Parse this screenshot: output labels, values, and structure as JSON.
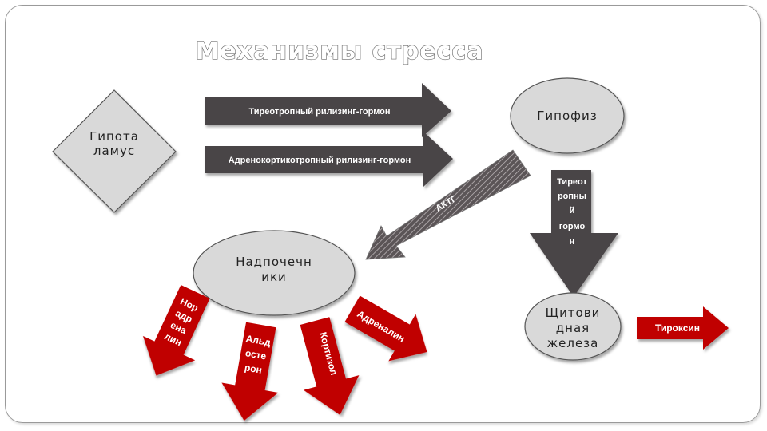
{
  "title": "Механизмы стресса",
  "nodes": {
    "hypothalamus": [
      "Гипота",
      "ламус"
    ],
    "pituitary": [
      "Гипофиз"
    ],
    "adrenals": [
      "Надпочечн",
      "ики"
    ],
    "thyroid": [
      "Щитови",
      "дная",
      "железа"
    ]
  },
  "arrows": {
    "trh": "Тиреотропный рилизинг-гормон",
    "crh": "Адренокортикотропный рилизинг-гормон",
    "acth": "АКТГ",
    "tsh": [
      "Тиреот",
      "ропны",
      "й",
      "гормо",
      "н"
    ],
    "noradrenaline": [
      "Нор",
      "адр",
      "ена",
      "лин"
    ],
    "aldosterone": [
      "Альд",
      "осте",
      "рон"
    ],
    "cortisol": "Кортизол",
    "adrenaline": "Адреналин",
    "thyroxine": "Тироксин"
  },
  "colors": {
    "dark_arrow": "#4a4446",
    "red_arrow": "#c00000",
    "node_fill": "#d9d9d9",
    "title_outline": "#6b6b6b"
  }
}
